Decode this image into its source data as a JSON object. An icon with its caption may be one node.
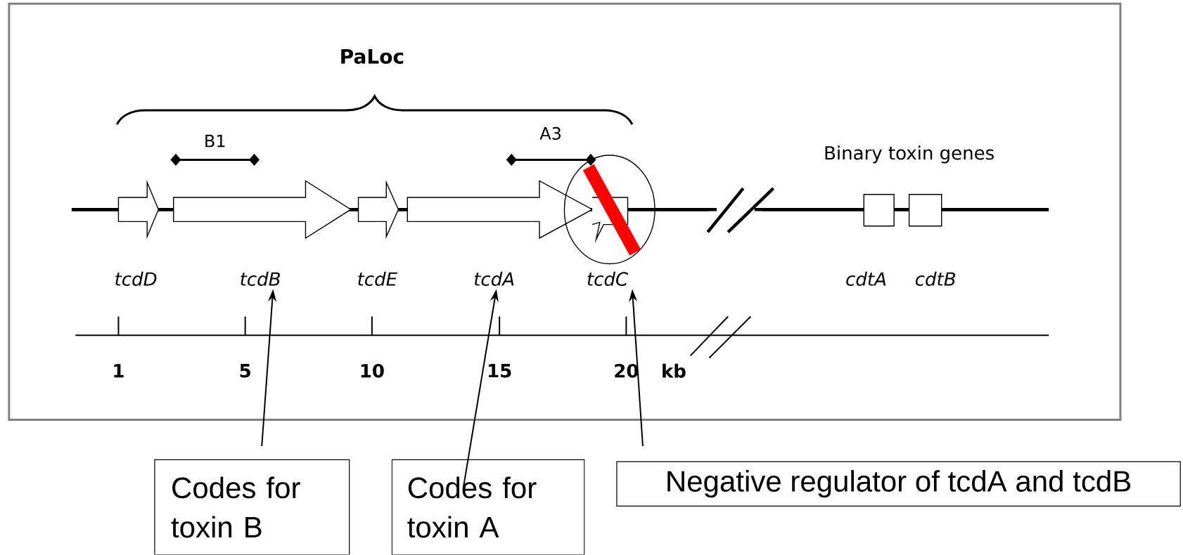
{
  "diagram": {
    "nodes": [
      {
        "text": [
          "tcdB"
        ]
      },
      {
        "text": [
          "tcdA"
        ]
      },
      {
        "text": [
          "tcdC"
        ]
      },
      {
        "text": [
          "Codes for toxin B"
        ]
      },
      {
        "text": [
          "Codes for toxin A"
        ]
      },
      {
        "text": [
          "Negative regulator of tcdA and tcdB"
        ]
      }
    ],
    "edges": [
      {
        "from": 3,
        "to": 0,
        "arrow": "to"
      },
      {
        "from": 4,
        "to": 1,
        "arrow": "to"
      },
      {
        "from": 5,
        "to": 2,
        "arrow": "to"
      }
    ],
    "labels": [
      "PaLoc",
      "B1",
      "A3",
      "Binary toxin genes",
      "tcdD",
      "tcdE",
      "cdtA",
      "cdtB",
      "1",
      "5",
      "10",
      "15",
      "20",
      "kb"
    ]
  }
}
